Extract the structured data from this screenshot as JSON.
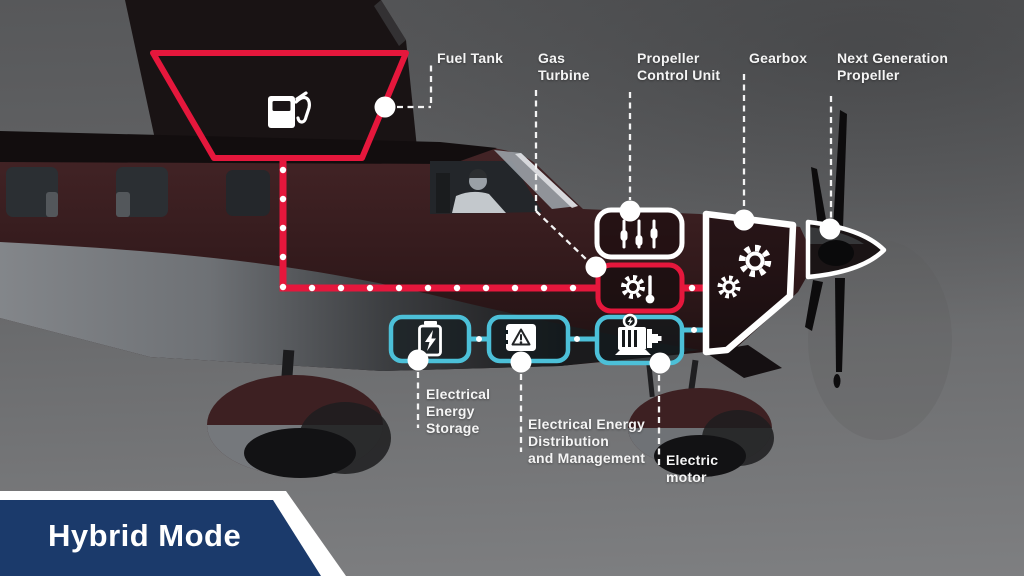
{
  "banner": {
    "label": "Hybrid Mode",
    "bg_color": "#1b3a6b",
    "stripe_color": "#ffffff"
  },
  "diagram": {
    "title_context": "Hybrid aircraft propulsion cutaway diagram",
    "labels": {
      "fuel_tank": {
        "text": "Fuel Tank"
      },
      "gas_turbine": {
        "text": "Gas\nTurbine"
      },
      "propeller_control_unit": {
        "text": "Propeller\nControl Unit"
      },
      "gearbox": {
        "text": "Gearbox"
      },
      "next_generation_propeller": {
        "text": "Next Generation\nPropeller"
      },
      "electrical_energy_storage": {
        "text": "Electrical\nEnergy\nStorage"
      },
      "electrical_energy_distribution": {
        "text": "Electrical Energy\nDistribution\nand Management"
      },
      "electric_motor": {
        "text": "Electric\nmotor"
      }
    },
    "components": [
      {
        "name": "fuel-tank",
        "icon": "fuel-pump-icon",
        "path": "fuel",
        "shape": "trapezoid-outline"
      },
      {
        "name": "gas-turbine",
        "icon": "gear-thermometer-icon",
        "path": "fuel",
        "shape": "red-rounded-box"
      },
      {
        "name": "propeller-control-unit",
        "icon": "sliders-icon",
        "path": "control",
        "shape": "white-rounded-box"
      },
      {
        "name": "gearbox",
        "icon": "gears-icon",
        "path": "fuel+electric",
        "shape": "white-polygon"
      },
      {
        "name": "next-generation-propeller",
        "icon": "spinner-outline",
        "path": "output",
        "shape": "white-cone-outline"
      },
      {
        "name": "electrical-energy-storage",
        "icon": "battery-icon",
        "path": "electric",
        "shape": "cyan-rounded-box"
      },
      {
        "name": "electrical-energy-distribution",
        "icon": "warning-panel-icon",
        "path": "electric",
        "shape": "cyan-rounded-box"
      },
      {
        "name": "electric-motor",
        "icon": "motor-icon",
        "path": "electric",
        "shape": "cyan-rounded-box"
      }
    ],
    "colors": {
      "fuel_path_red": "#e5173c",
      "electric_path_cyan": "#4cc0d8",
      "outline_white": "#ffffff",
      "label_text": "#f5f5f5",
      "background_gray": "#6b6c6e",
      "fuselage_maroon": "#422325",
      "banner_navy": "#1b3a6b"
    }
  }
}
